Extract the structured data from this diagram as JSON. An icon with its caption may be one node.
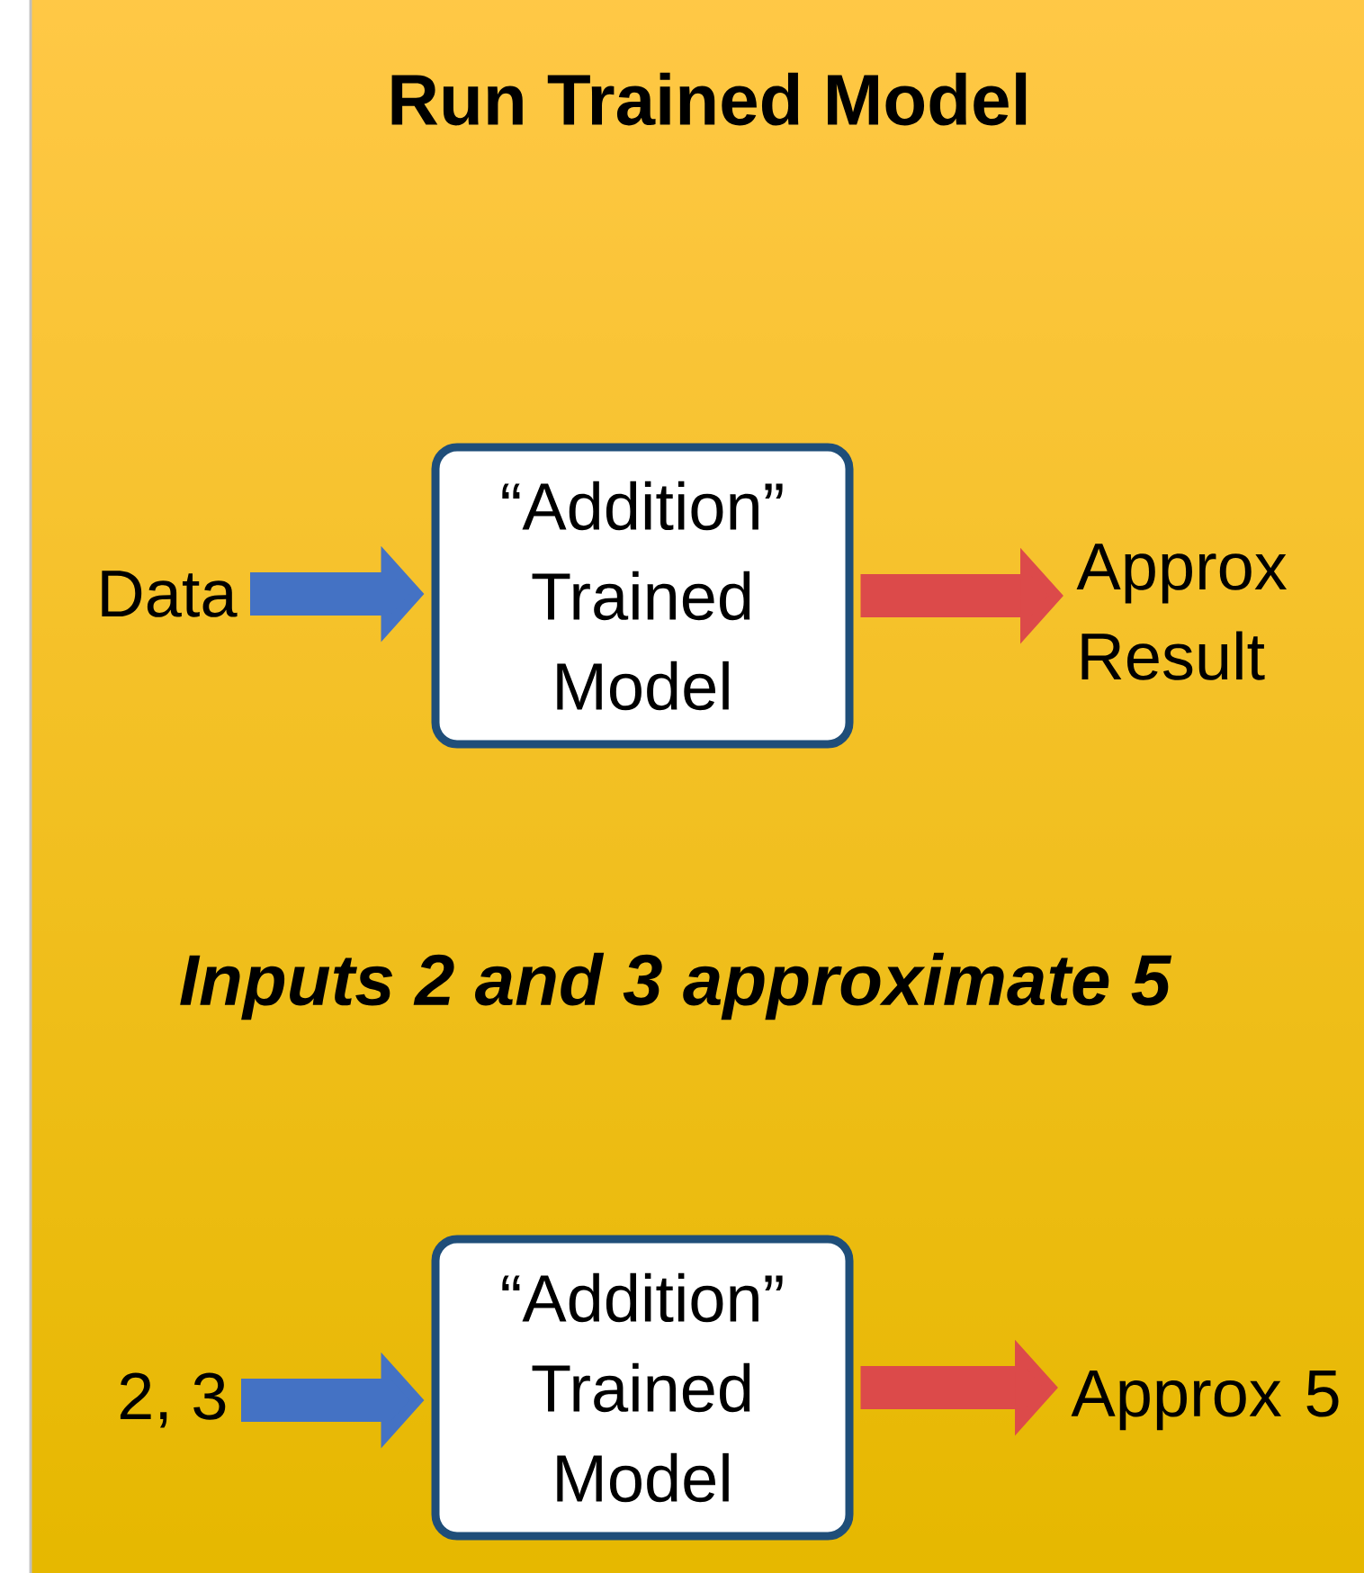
{
  "diagram": {
    "title": "Run Trained Model",
    "nodes": [
      {
        "text": [
          "Data"
        ]
      },
      {
        "text": [
          "“Addition” Trained Model"
        ]
      },
      {
        "text": [
          "Approx Result"
        ]
      },
      {
        "text": [
          "2, 3"
        ]
      },
      {
        "text": [
          "“Addition” Trained Model"
        ]
      },
      {
        "text": [
          "Approx 5"
        ]
      }
    ],
    "edges": [
      {
        "from": 0,
        "to": 1,
        "arrow": "to",
        "color": "#4472c4"
      },
      {
        "from": 1,
        "to": 2,
        "arrow": "to",
        "color": "#dc4a4a"
      },
      {
        "from": 3,
        "to": 4,
        "arrow": "to",
        "color": "#4472c4"
      },
      {
        "from": 4,
        "to": 5,
        "arrow": "to",
        "color": "#dc4a4a"
      }
    ],
    "labels": [
      "Inputs 2 and 3 approximate 5"
    ]
  }
}
